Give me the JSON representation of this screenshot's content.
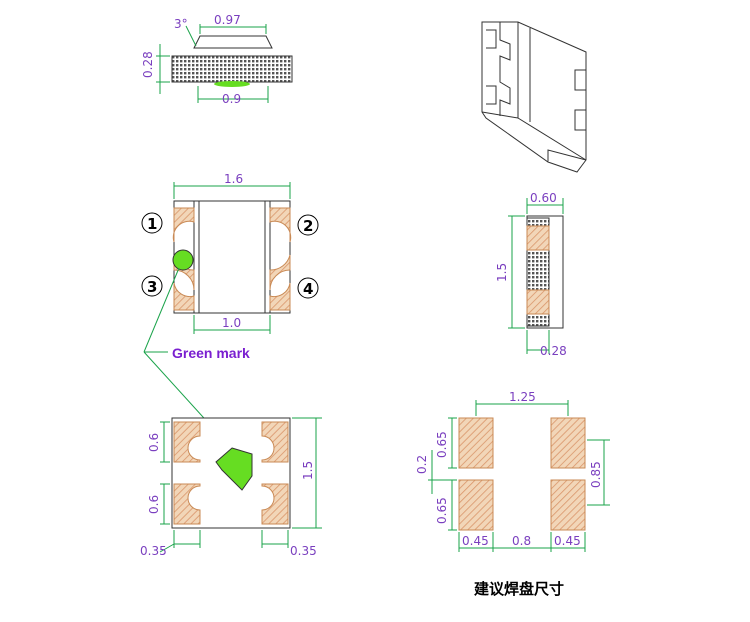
{
  "top_view": {
    "angle": "3°",
    "top_width": "0.97",
    "height": "0.28",
    "bottom_width": "0.9"
  },
  "front_view": {
    "width": "1.6",
    "lens_width": "1.0",
    "pin_numbers": [
      "1",
      "2",
      "3",
      "4"
    ],
    "green_mark_label": "Green mark"
  },
  "side_view": {
    "width": "0.60",
    "height": "1.5",
    "depth": "0.28"
  },
  "bottom_view": {
    "pad_height_top": "0.6",
    "pad_height_bottom": "0.6",
    "total_height": "1.5",
    "pad_width_left": "0.35",
    "pad_width_right": "0.35"
  },
  "land_pattern": {
    "title": "建议焊盘尺寸",
    "span": "1.25",
    "pad_height_top": "0.65",
    "gap": "0.2",
    "pad_height_bottom": "0.65",
    "right_height": "0.85",
    "pad_width_left": "0.45",
    "middle_gap": "0.8",
    "pad_width_right": "0.45"
  },
  "colors": {
    "dimension_line": "#1aa34a",
    "dimension_text": "#7a3fbf",
    "pad_fill": "#e8b98e",
    "green_mark": "#66dd22"
  }
}
